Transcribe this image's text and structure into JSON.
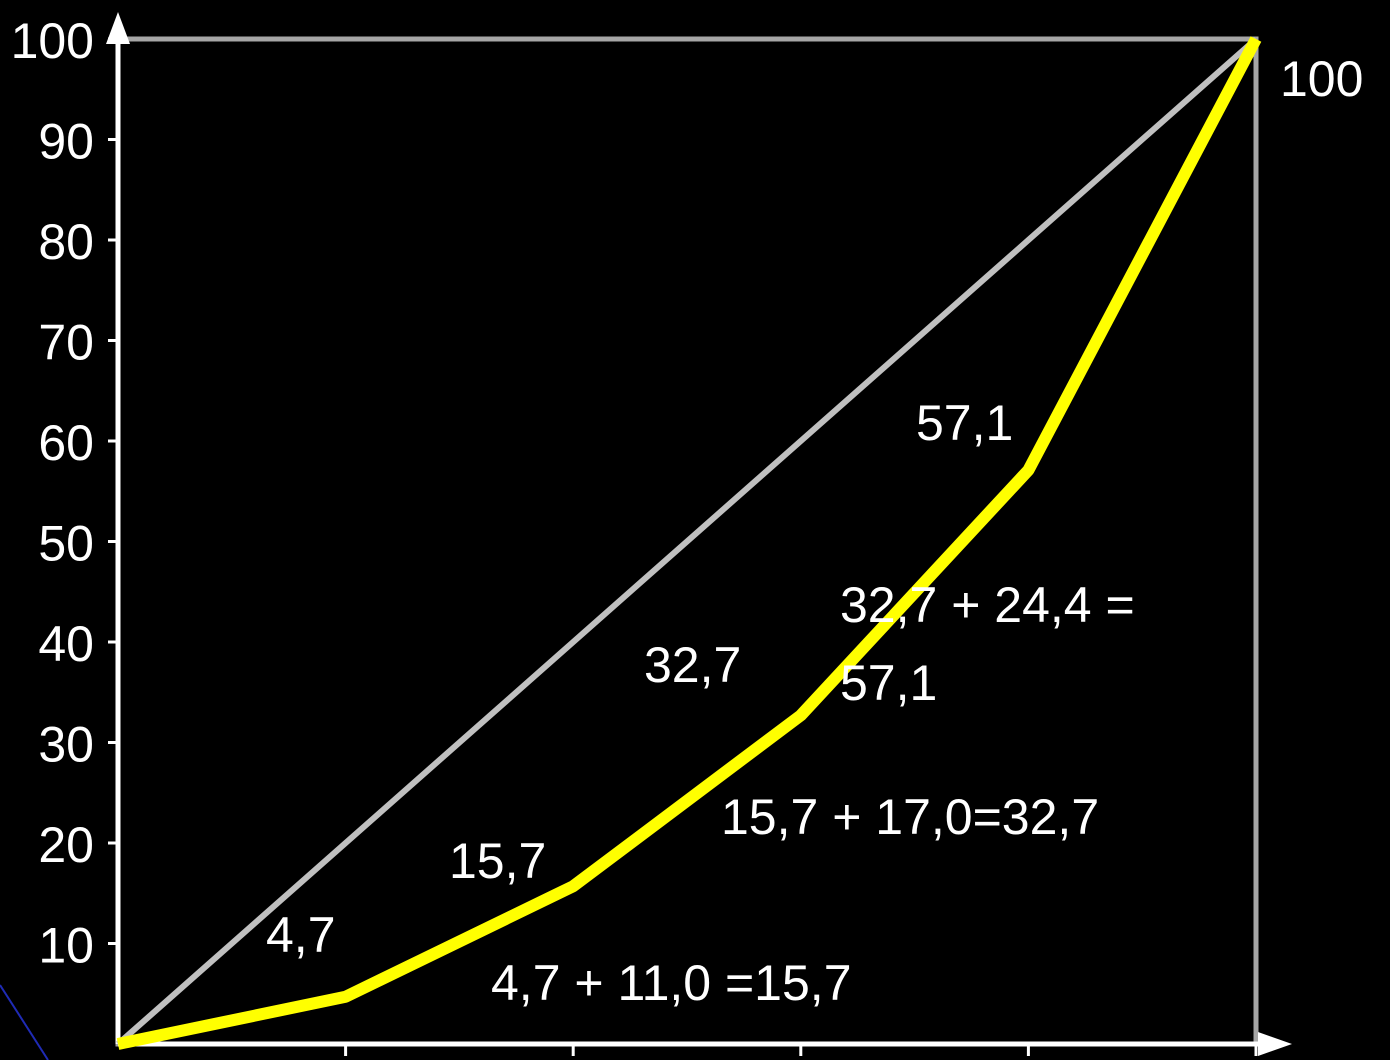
{
  "chart_data": {
    "type": "line",
    "title": "",
    "xlabel": "",
    "ylabel": "",
    "x": [
      0,
      20,
      40,
      60,
      80,
      100
    ],
    "xlim": [
      0,
      100
    ],
    "ylim": [
      0,
      100
    ],
    "yticks": [
      "10",
      "20",
      "30",
      "40",
      "50",
      "60",
      "70",
      "80",
      "90",
      "100"
    ],
    "grid": false,
    "series": [
      {
        "values": [
          0,
          4.7,
          15.7,
          32.7,
          57.1,
          100
        ],
        "color": "#ffff00"
      },
      {
        "values": [
          0,
          20,
          40,
          60,
          80,
          100
        ],
        "color": "#c0c0c0"
      }
    ],
    "point_labels": [
      "4,7",
      "15,7",
      "32,7",
      "57,1",
      "100"
    ],
    "annotations": [
      "4,7 + 11,0 =15,7",
      "15,7 + 17,0=32,7",
      "32,7 + 24,4 =",
      "57,1"
    ],
    "colors": {
      "background": "#000000",
      "axes": "#ffffff",
      "frame": "#a6a6a6",
      "accent": "#f2a23a",
      "corner_line": "#1f2bb5"
    }
  }
}
